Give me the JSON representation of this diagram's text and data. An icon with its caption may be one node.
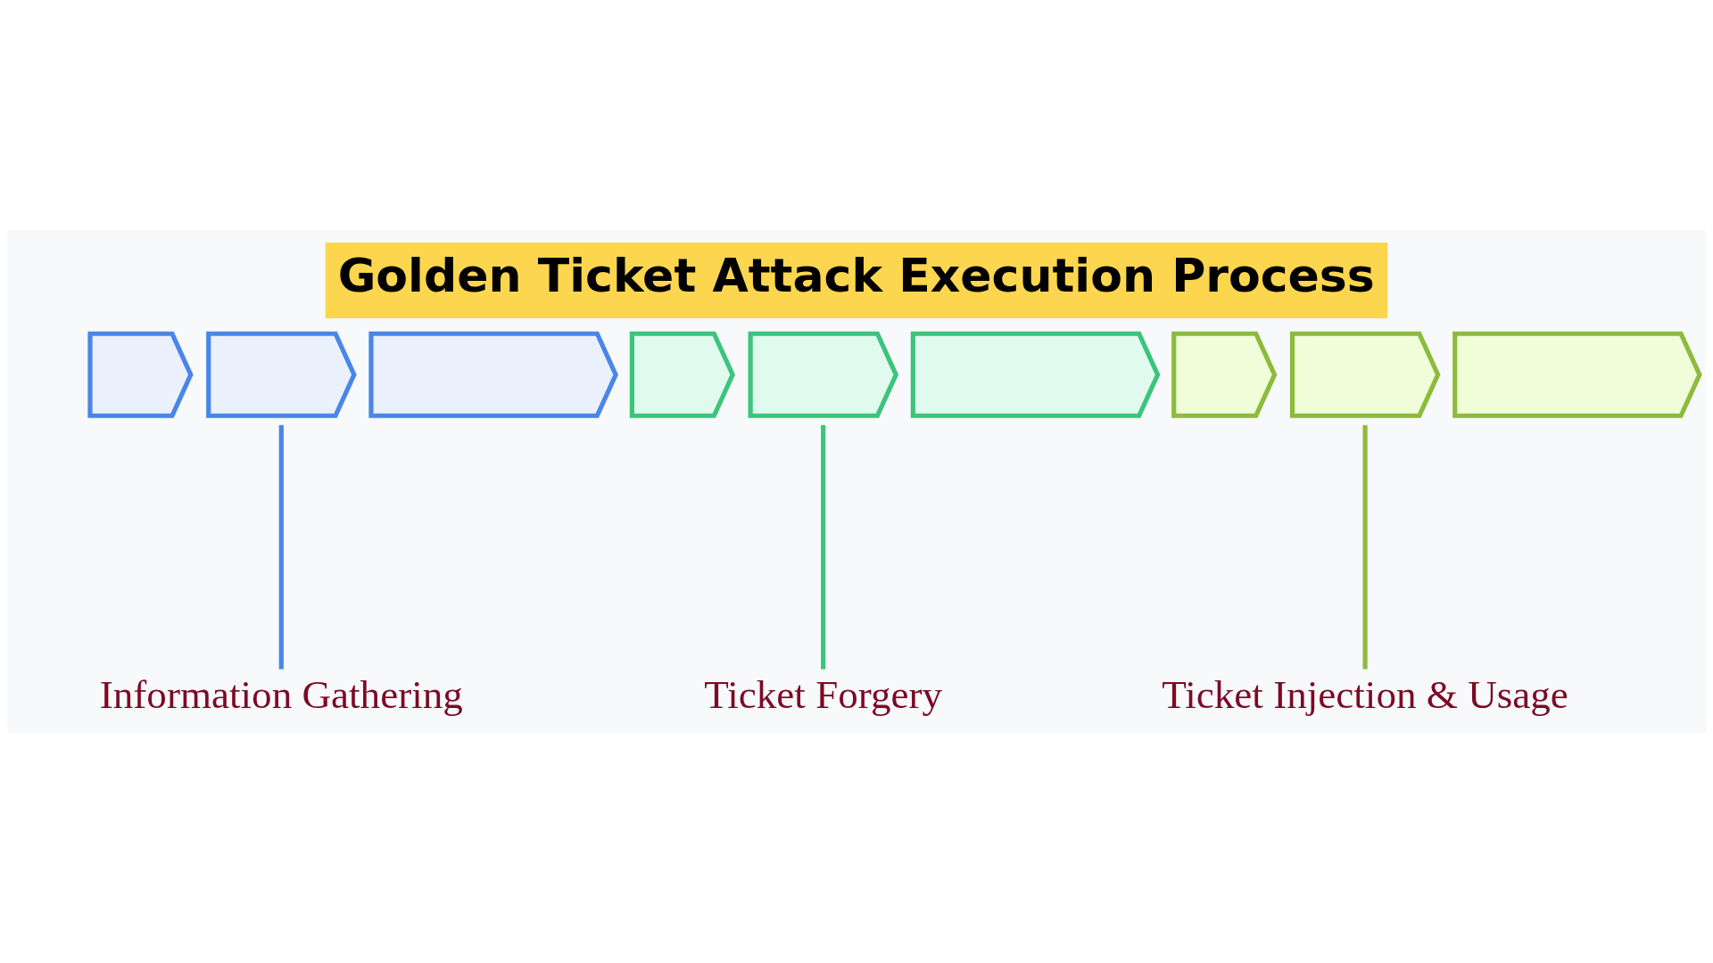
{
  "diagram": {
    "title": "Golden Ticket Attack Execution Process",
    "nodes": [
      {
        "text": [],
        "shape": "chevron"
      },
      {
        "text": [],
        "shape": "chevron"
      },
      {
        "text": [],
        "shape": "chevron"
      },
      {
        "text": [],
        "shape": "chevron"
      },
      {
        "text": [],
        "shape": "chevron"
      },
      {
        "text": [],
        "shape": "chevron"
      },
      {
        "text": [],
        "shape": "chevron"
      },
      {
        "text": [],
        "shape": "chevron"
      },
      {
        "text": [],
        "shape": "chevron"
      },
      {
        "text": [
          "Information Gathering"
        ]
      },
      {
        "text": [
          "Ticket Forgery"
        ]
      },
      {
        "text": [
          "Ticket Injection & Usage"
        ]
      }
    ],
    "edges": [
      {
        "from": 9,
        "to": 1,
        "arrow": "none",
        "color": "#4a86e8"
      },
      {
        "from": 10,
        "to": 4,
        "arrow": "none",
        "color": "#3cc47c"
      },
      {
        "from": 11,
        "to": 7,
        "arrow": "none",
        "color": "#8dbb3c"
      }
    ]
  }
}
